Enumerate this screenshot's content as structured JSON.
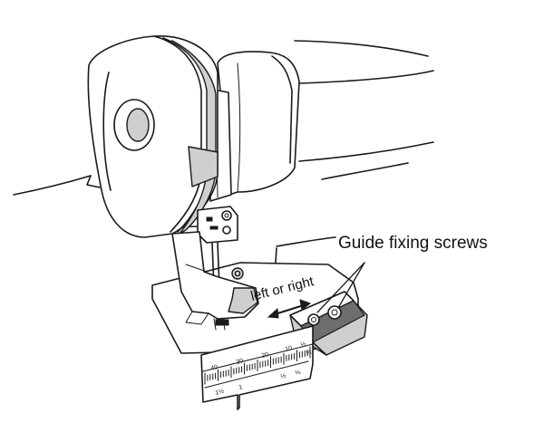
{
  "diagram": {
    "callout_label": "Guide fixing screws",
    "direction_label": "left or right",
    "scale_numbers": [
      "40",
      "30",
      "20",
      "10",
      "½",
      "¼",
      "1½",
      "1",
      "½",
      "⅛"
    ]
  }
}
